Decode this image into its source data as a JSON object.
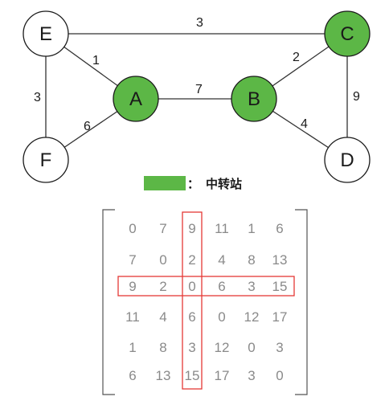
{
  "graph": {
    "nodes": [
      {
        "id": "E",
        "label": "E",
        "highlighted": false
      },
      {
        "id": "C",
        "label": "C",
        "highlighted": true
      },
      {
        "id": "A",
        "label": "A",
        "highlighted": true
      },
      {
        "id": "B",
        "label": "B",
        "highlighted": true
      },
      {
        "id": "F",
        "label": "F",
        "highlighted": false
      },
      {
        "id": "D",
        "label": "D",
        "highlighted": false
      }
    ],
    "edges": [
      {
        "from": "E",
        "to": "C",
        "weight": "3"
      },
      {
        "from": "E",
        "to": "A",
        "weight": "1"
      },
      {
        "from": "E",
        "to": "F",
        "weight": "3"
      },
      {
        "from": "A",
        "to": "B",
        "weight": "7"
      },
      {
        "from": "B",
        "to": "C",
        "weight": "2"
      },
      {
        "from": "C",
        "to": "D",
        "weight": "9"
      },
      {
        "from": "F",
        "to": "A",
        "weight": "6"
      },
      {
        "from": "B",
        "to": "D",
        "weight": "4"
      }
    ]
  },
  "legend": {
    "colon": "：",
    "text": "中转站"
  },
  "matrix": {
    "rows": [
      [
        "0",
        "7",
        "9",
        "11",
        "1",
        "6"
      ],
      [
        "7",
        "0",
        "2",
        "4",
        "8",
        "13"
      ],
      [
        "9",
        "2",
        "0",
        "6",
        "3",
        "15"
      ],
      [
        "11",
        "4",
        "6",
        "0",
        "12",
        "17"
      ],
      [
        "1",
        "8",
        "3",
        "12",
        "0",
        "3"
      ],
      [
        "6",
        "13",
        "15",
        "17",
        "3",
        "0"
      ]
    ],
    "highlight_row": 2,
    "highlight_col": 2
  },
  "colors": {
    "node_highlight": "#5cb746",
    "node_default": "#ffffff",
    "stroke": "#1a1a1a",
    "edge": "#333333",
    "matrix_text": "#8a8a8a",
    "highlight_box": "#e53935",
    "bracket": "#555555"
  }
}
